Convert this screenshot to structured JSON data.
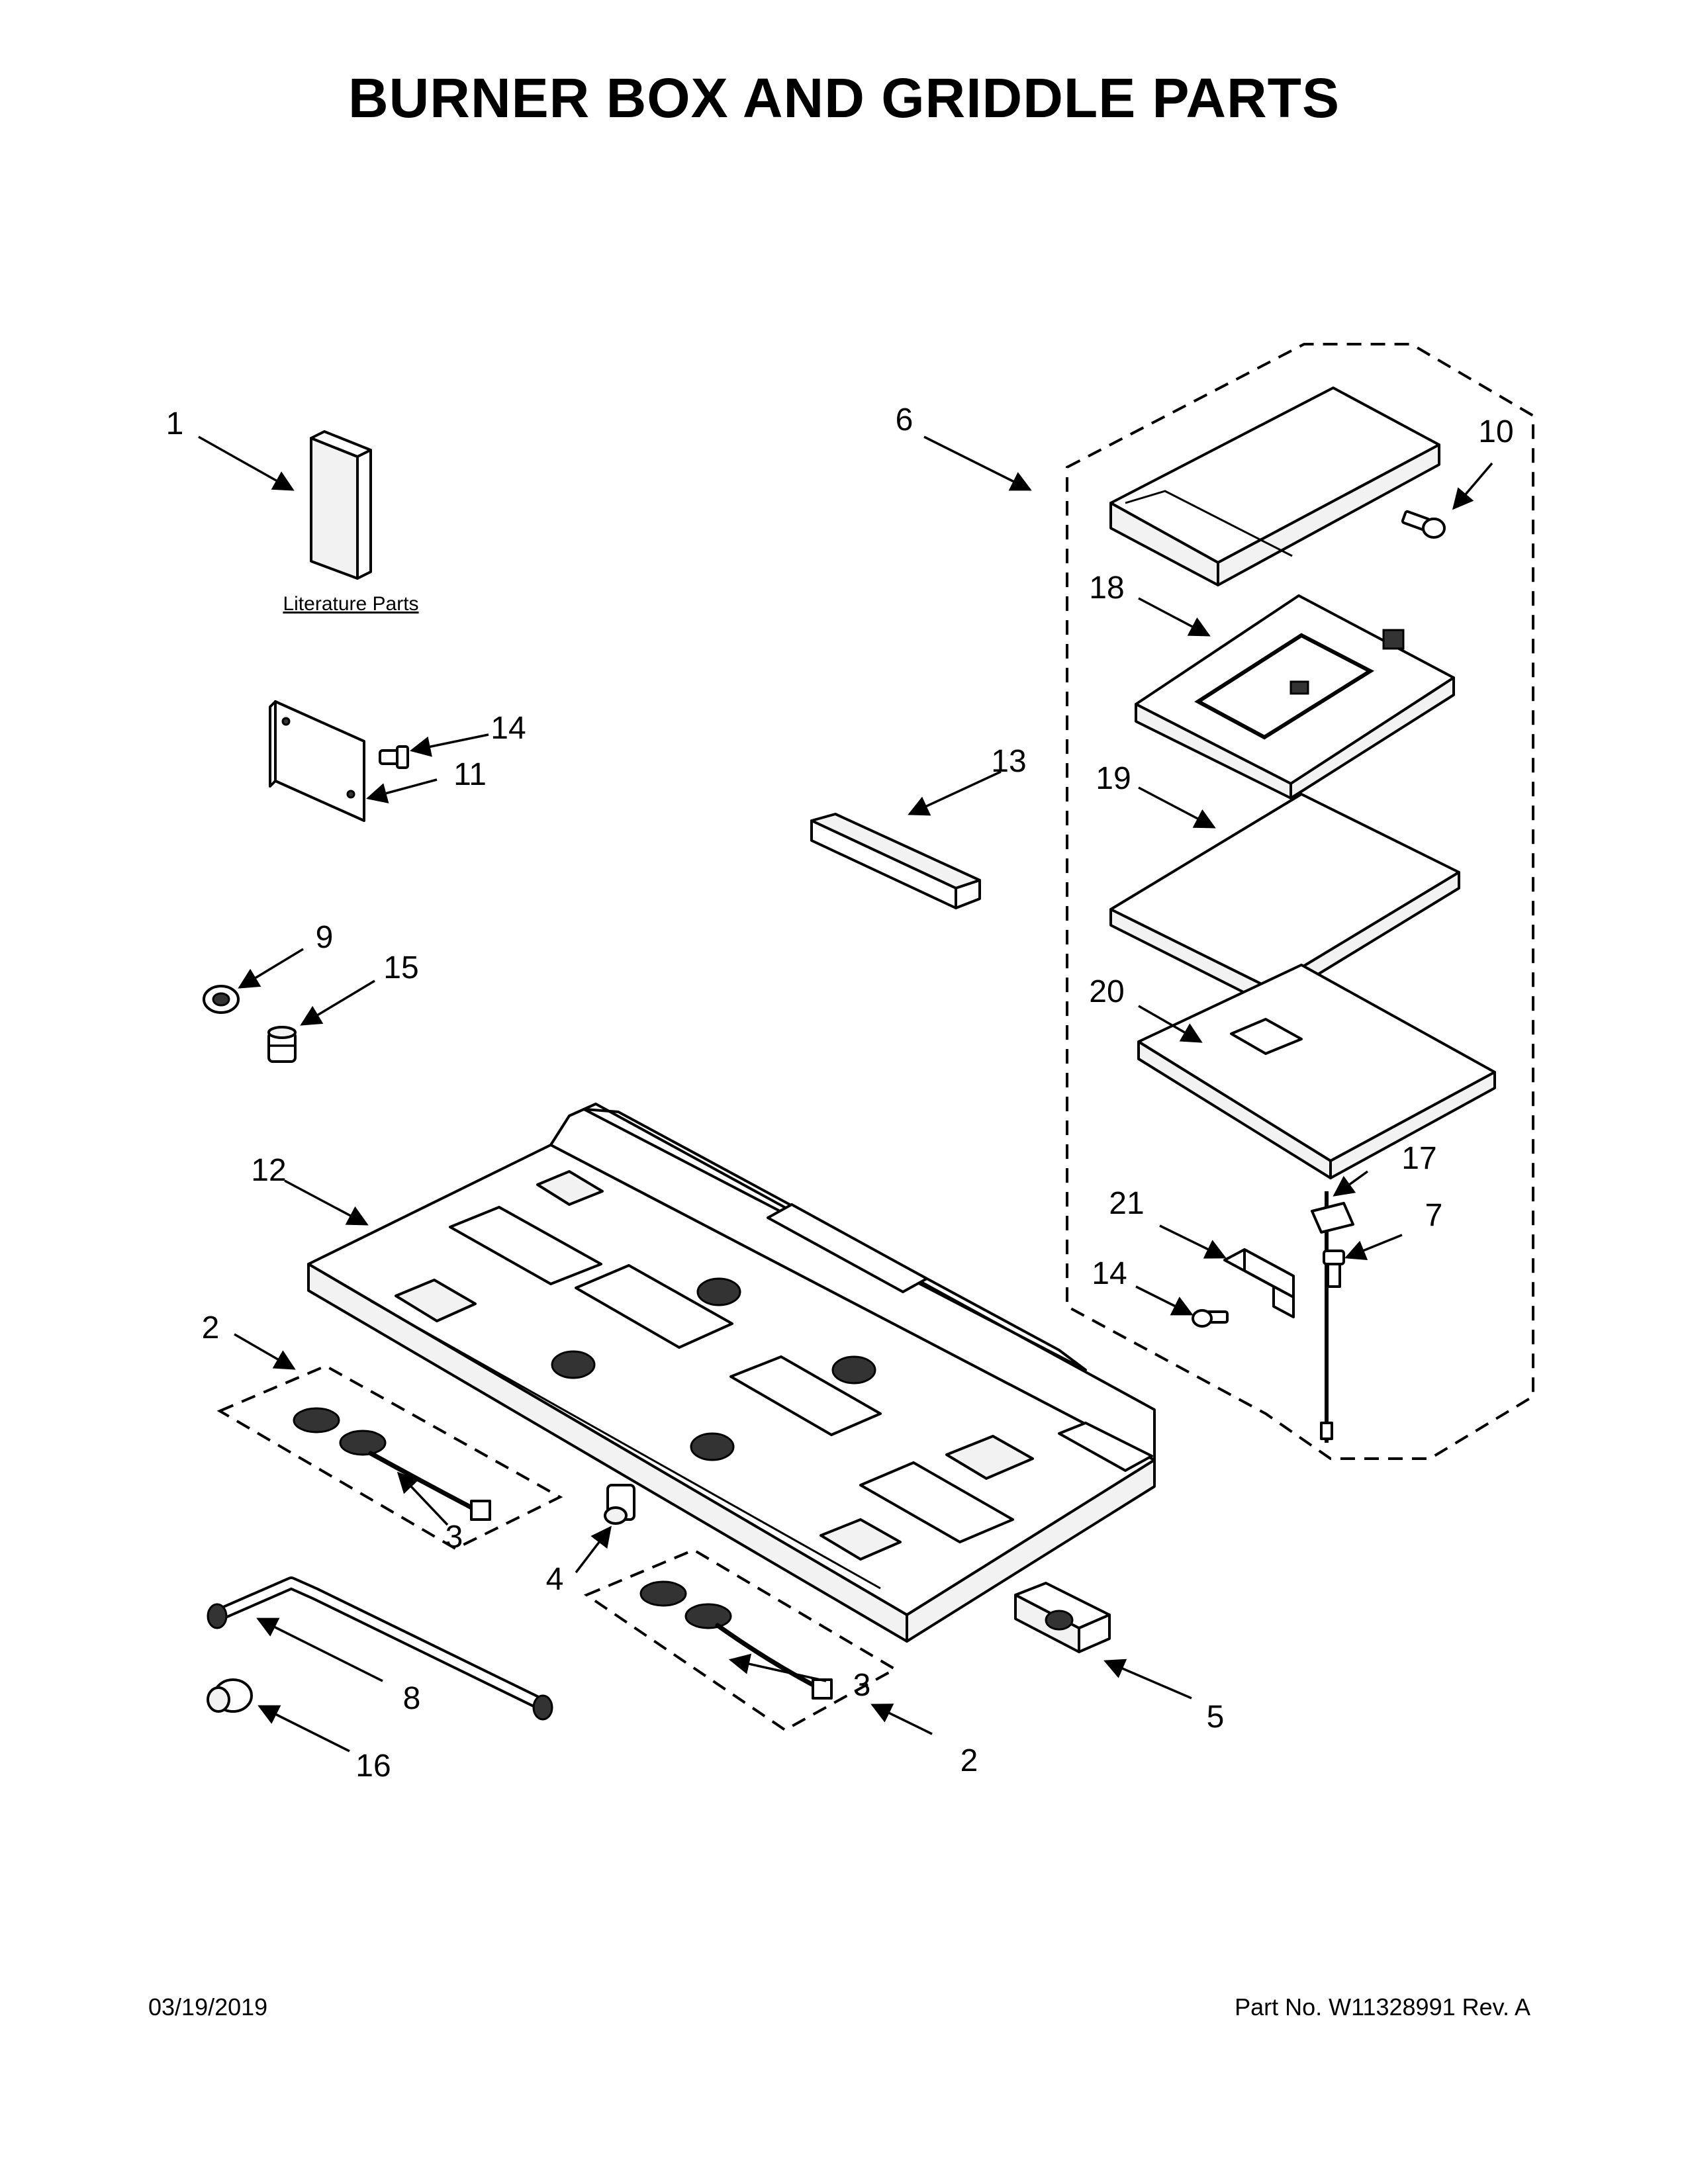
{
  "title": "BURNER BOX AND GRIDDLE PARTS",
  "literature_label": "Literature Parts",
  "callouts": {
    "c1": "1",
    "c2a": "2",
    "c2b": "2",
    "c3a": "3",
    "c3b": "3",
    "c4": "4",
    "c5": "5",
    "c6": "6",
    "c7": "7",
    "c8": "8",
    "c9": "9",
    "c10": "10",
    "c11": "11",
    "c12": "12",
    "c13": "13",
    "c14a": "14",
    "c14b": "14",
    "c15": "15",
    "c16": "16",
    "c17": "17",
    "c18": "18",
    "c19": "19",
    "c20": "20",
    "c21": "21"
  },
  "footer": {
    "date": "03/19/2019",
    "part_number": "Part No.  W11328991  Rev.  A"
  }
}
